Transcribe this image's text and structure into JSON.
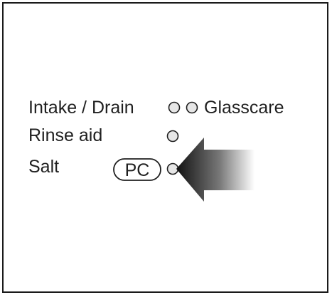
{
  "labels": {
    "intake_drain": "Intake / Drain",
    "glasscare": "Glasscare",
    "rinse_aid": "Rinse aid",
    "salt": "Salt",
    "pc_badge": "PC"
  },
  "colors": {
    "ink": "#1f1f1f",
    "indicator_fill": "#e6e6e6",
    "frame": "#1a1a1a",
    "arrow_dark": "#111111",
    "arrow_light": "#ffffff"
  },
  "indicators": [
    {
      "name": "intake-drain-indicator",
      "state": "off"
    },
    {
      "name": "glasscare-indicator",
      "state": "off"
    },
    {
      "name": "rinse-aid-indicator",
      "state": "off"
    },
    {
      "name": "salt-indicator",
      "state": "off"
    }
  ],
  "pointer_arrow": {
    "points_to": "salt-indicator",
    "style": "gradient-fade"
  }
}
